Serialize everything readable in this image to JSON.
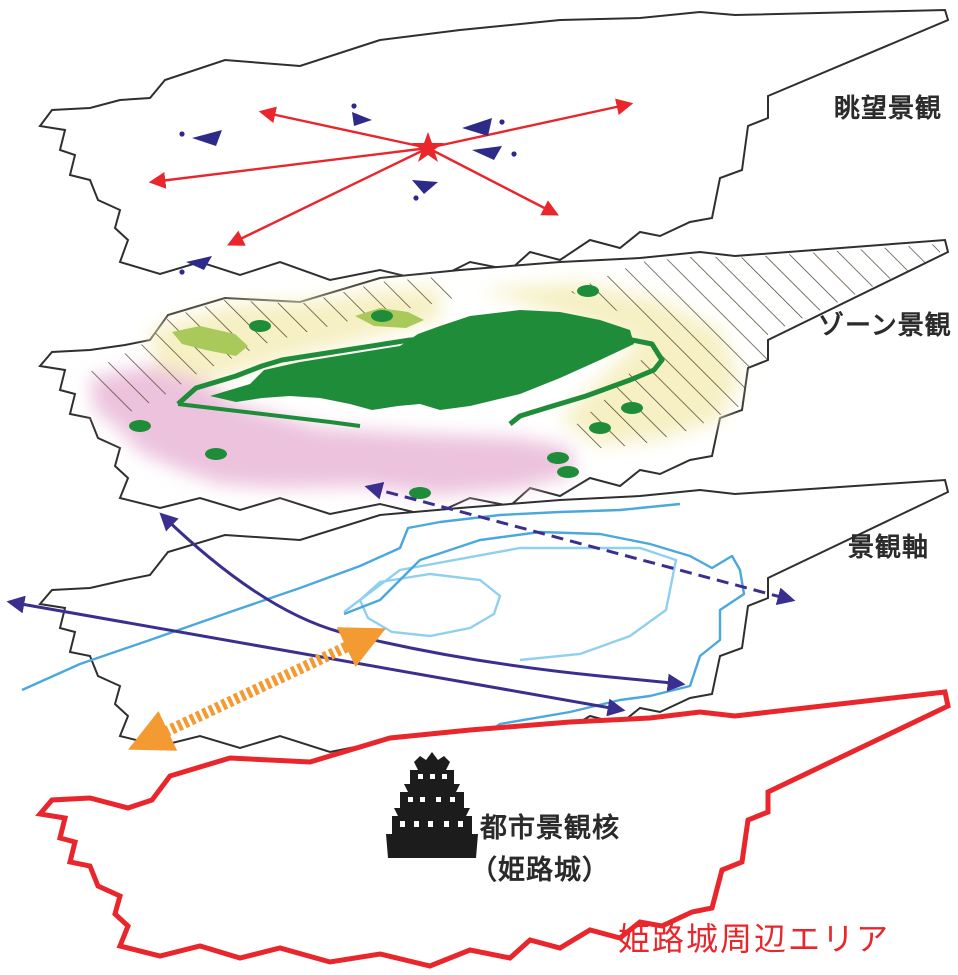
{
  "layers": {
    "view": {
      "label": "眺望景観"
    },
    "zone": {
      "label": "ゾーン景観"
    },
    "axis": {
      "label": "景観軸"
    }
  },
  "core": {
    "line1": "都市景観核",
    "line2": "（姫路城）",
    "icon": "castle-icon"
  },
  "area": {
    "label": "姫路城周辺エリア"
  },
  "colors": {
    "outline": "#2f2f2f",
    "area_outline": "#e8262b",
    "arrow_red": "#e8262b",
    "viewpoint": "#2e2a8a",
    "castle_green": "#1f8c3a",
    "light_green": "#a9c95b",
    "pink_zone": "#ecc2dd",
    "yellow_zone": "#f6f0c4",
    "river": "#4aa8dc",
    "moat": "#8fd0ef",
    "axis_navy": "#3a2f8f",
    "axis_orange": "#f39a32"
  }
}
